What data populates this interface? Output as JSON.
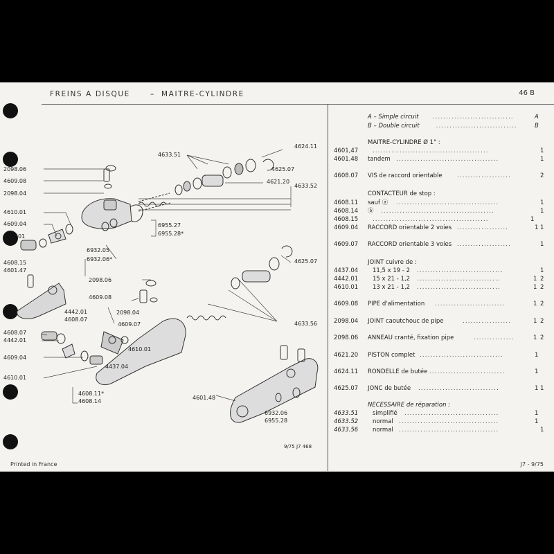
{
  "header": {
    "title": "FREINS A DISQUE",
    "dash": "–",
    "subtitle": "MAITRE-CYLINDRE",
    "page": "46 B"
  },
  "legend": [
    {
      "label": "A – Simple circuit",
      "mark": "A"
    },
    {
      "label": "B – Double circuit",
      "mark": "B"
    }
  ],
  "diagram_labels": [
    "4633.51",
    "4624.11",
    "4625.07",
    "2098.06",
    "4609.08",
    "2098.04",
    "4621.20",
    "4633.52",
    "4610.01",
    "4609.04",
    "6955.27",
    "6955.28*",
    "01",
    "6932.05",
    "6932.06*",
    "4608.15",
    "4601.47",
    "2098.06",
    "4609.08",
    "2098.04",
    "4625.07",
    "4442.01",
    "4608.07",
    "4609.07",
    "4610.01",
    "4608.07",
    "4442.01",
    "4437.04",
    "4633.56",
    "4609.04",
    "4610.01",
    "4608.11*",
    "4608.14",
    "4601.48",
    "6932.06",
    "6955.28",
    "9/75 J7 468"
  ],
  "parts": [
    {
      "ref": "",
      "desc": "MAITRE-CYLINDRE Ø 1\" :",
      "q1": "",
      "q2": ""
    },
    {
      "ref": "4601,47",
      "desc": "",
      "q1": "1",
      "q2": ""
    },
    {
      "ref": "4601.48",
      "desc": "tandem",
      "q1": "",
      "q2": "1"
    },
    {
      "ref": "4608.07",
      "desc": "VIS de raccord orientable",
      "q1": "",
      "q2": "2"
    },
    {
      "ref": "",
      "desc": "CONTACTEUR de stop :",
      "q1": "",
      "q2": ""
    },
    {
      "ref": "4608.11",
      "desc": "sauf ⓐ",
      "q1": "",
      "q2": "1"
    },
    {
      "ref": "4608.14",
      "desc": "ⓑ",
      "q1": "",
      "q2": "1"
    },
    {
      "ref": "4608.15",
      "desc": "",
      "q1": "1",
      "q2": ""
    },
    {
      "ref": "4609.04",
      "desc": "RACCORD orientable 2 voies",
      "q1": "1",
      "q2": "1"
    },
    {
      "ref": "4609.07",
      "desc": "RACCORD orientable 3 voies",
      "q1": "",
      "q2": "1"
    },
    {
      "ref": "",
      "desc": "JOINT cuivre de :",
      "q1": "",
      "q2": ""
    },
    {
      "ref": "4437.04",
      "desc": "11,5 x 19 - 2",
      "q1": "",
      "q2": "1"
    },
    {
      "ref": "4442.01",
      "desc": "15 x 21 - 1,2",
      "q1": "1",
      "q2": "2"
    },
    {
      "ref": "4610.01",
      "desc": "13 x 21 - 1,2",
      "q1": "1",
      "q2": "2"
    },
    {
      "ref": "4609.08",
      "desc": "PIPE d'alimentation",
      "q1": "1",
      "q2": "2"
    },
    {
      "ref": "2098.04",
      "desc": "JOINT caoutchouc de pipe",
      "q1": "1",
      "q2": "2"
    },
    {
      "ref": "2098.06",
      "desc": "ANNEAU cranté, fixation pipe",
      "q1": "1",
      "q2": "2"
    },
    {
      "ref": "4621.20",
      "desc": "PISTON complet",
      "q1": "1",
      "q2": ""
    },
    {
      "ref": "4624.11",
      "desc": "RONDELLE de butée",
      "q1": "1",
      "q2": ""
    },
    {
      "ref": "4625.07",
      "desc": "JONC de butée",
      "q1": "1",
      "q2": "1"
    },
    {
      "ref": "",
      "desc": "NECESSAIRE de réparation :",
      "q1": "",
      "q2": ""
    },
    {
      "ref": "4633.51",
      "desc": "simplifié",
      "q1": "1",
      "q2": ""
    },
    {
      "ref": "4633.52",
      "desc": "normal",
      "q1": "1",
      "q2": ""
    },
    {
      "ref": "4633.56",
      "desc": "normal",
      "q1": "",
      "q2": "1"
    }
  ],
  "footer": {
    "left": "Printed in France",
    "right": "J7 - 9/75"
  }
}
